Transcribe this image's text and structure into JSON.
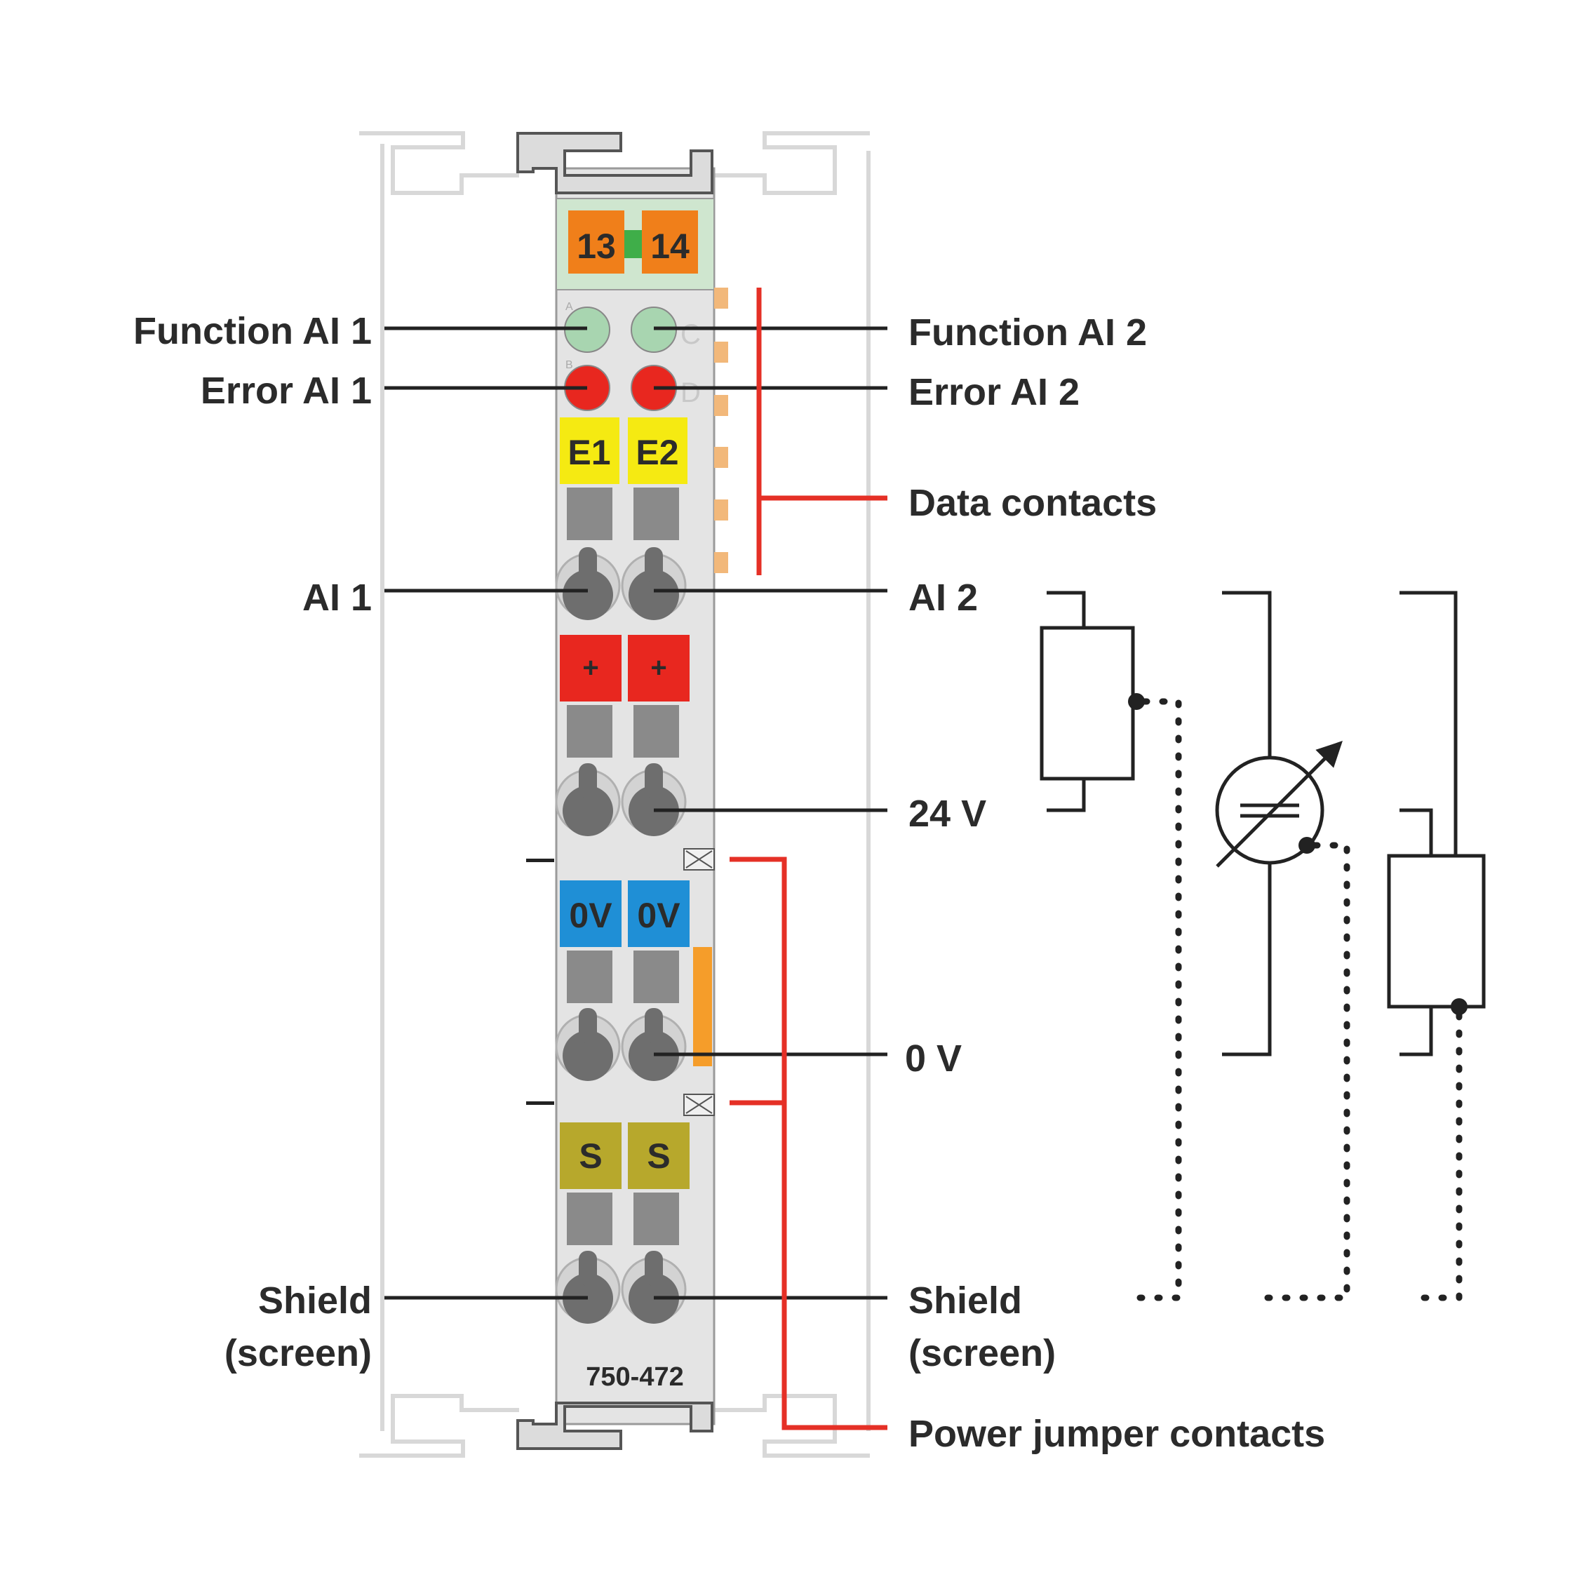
{
  "module": {
    "part_number": "750-472",
    "terminal_labels": {
      "top_left": "13",
      "top_right": "14",
      "e1": "E1",
      "e2": "E2",
      "plus_left": "+",
      "plus_right": "+",
      "zero_left": "0V",
      "zero_right": "0V",
      "s_left": "S",
      "s_right": "S"
    },
    "led_letters": {
      "a": "A",
      "b": "B",
      "c": "C",
      "d": "D"
    }
  },
  "labels": {
    "function_ai1": "Function AI 1",
    "error_ai1": "Error AI 1",
    "ai1": "AI 1",
    "shield_left_line1": "Shield",
    "shield_left_line2": "(screen)",
    "function_ai2": "Function AI 2",
    "error_ai2": "Error AI 2",
    "data_contacts": "Data contacts",
    "ai2": "AI 2",
    "v24": "24 V",
    "v0": "0 V",
    "shield_right_line1": "Shield",
    "shield_right_line2": "(screen)",
    "power_jumper_contacts": "Power jumper contacts"
  },
  "colors": {
    "housing": "#e6e6e6",
    "green_led": "#a8d5b0",
    "red_led": "#e8271f",
    "orange": "#f07f1a",
    "yellow": "#f5ea12",
    "red_block": "#e8271f",
    "blue": "#1f8fd6",
    "olive": "#b7a82c",
    "gray_block": "#8a8a8a",
    "bracket_red": "#e53026",
    "header_green": "#cfe6cf"
  }
}
